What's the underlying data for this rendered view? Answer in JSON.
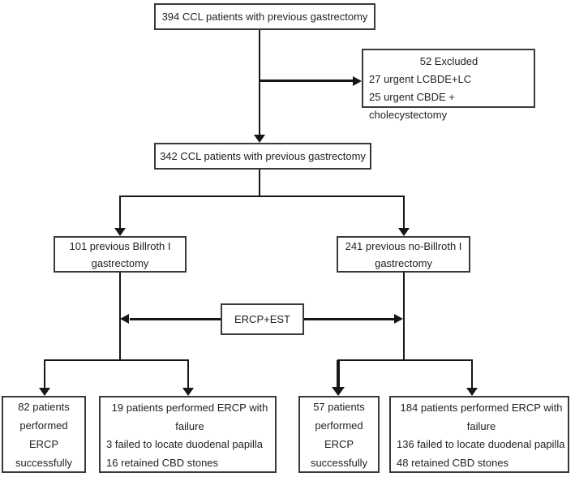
{
  "figure": {
    "type": "patient-flow-diagram",
    "background_color": "#ffffff",
    "box_border_color": "#3a3a3a",
    "line_color": "#171717",
    "text_color": "#1f1f1f"
  },
  "nodes": {
    "top": {
      "lines": [
        "394 CCL patients with previous gastrectomy"
      ]
    },
    "excluded": {
      "lines": [
        "52 Excluded",
        "27 urgent LCBDE+LC",
        "25 urgent CBDE + cholecystectomy"
      ]
    },
    "included": {
      "lines": [
        "342 CCL patients with previous gastrectomy"
      ]
    },
    "billroth": {
      "lines": [
        "101 previous Billroth I",
        "gastrectomy"
      ]
    },
    "no_billroth": {
      "lines": [
        "241 previous no-Billroth I",
        "gastrectomy"
      ]
    },
    "ercp": {
      "lines": [
        "ERCP+EST"
      ]
    },
    "left_success": {
      "lines": [
        "82 patients",
        "performed",
        "ERCP",
        "successfully"
      ]
    },
    "left_failure": {
      "lines": [
        "19 patients performed ERCP with",
        "failure",
        "3 failed to locate duodenal papilla",
        "16 retained CBD stones"
      ]
    },
    "right_success": {
      "lines": [
        "57 patients",
        "performed",
        "ERCP",
        "successfully"
      ]
    },
    "right_failure": {
      "lines": [
        "184 patients performed ERCP with",
        "failure",
        "136 failed to locate duodenal papilla",
        "48 retained CBD stones"
      ]
    }
  }
}
